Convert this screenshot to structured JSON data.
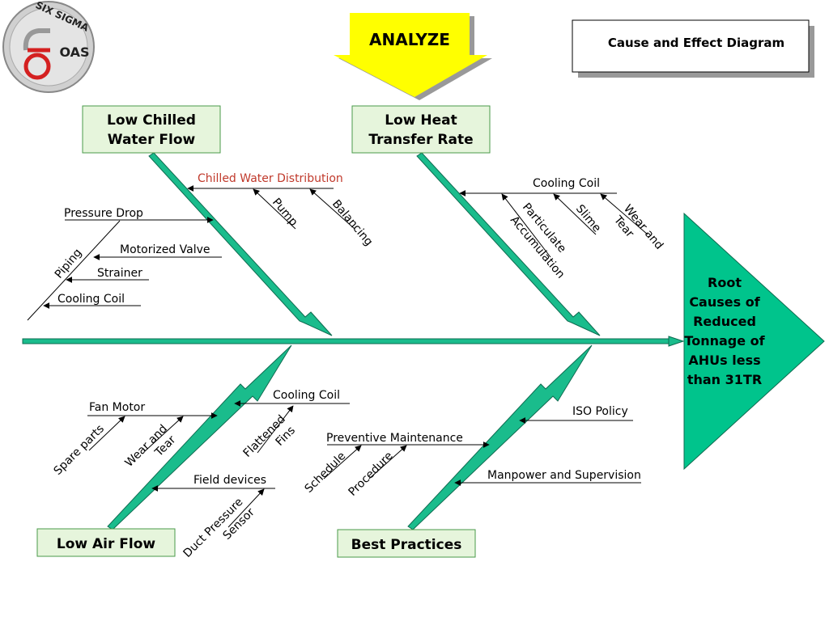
{
  "logo": {
    "top_text": "SIX SIGMA",
    "brand": "OAS"
  },
  "stage_banner": "ANALYZE",
  "diagram_title": "Cause and Effect Diagram",
  "effect": {
    "lines": [
      "Root",
      "Causes of",
      "Reduced",
      "Tonnage of",
      "AHUs less",
      "than 31TR"
    ]
  },
  "categories": {
    "chilled_water": "Low Chilled Water Flow",
    "heat_transfer": "Low Heat Transfer Rate",
    "air_flow": "Low Air Flow",
    "best_practices": "Best Practices"
  },
  "causes": {
    "chilled_water_distribution": "Chilled Water Distribution",
    "pump": "Pump",
    "balancing": "Balancing",
    "pressure_drop": "Pressure Drop",
    "motorized_valve": "Motorized Valve",
    "strainer": "Strainer",
    "cooling_coil_chw": "Cooling Coil",
    "piping": "Piping",
    "cooling_coil_ht": "Cooling Coil",
    "particulate_1": "Particulate",
    "particulate_2": "Accumulation",
    "slime": "Slime",
    "wear_tear_ht_1": "Wear and",
    "wear_tear_ht_2": "Tear",
    "fan_motor": "Fan Motor",
    "spare_parts": "Spare parts",
    "wear_tear_af_1": "Wear and",
    "wear_tear_af_2": "Tear",
    "cooling_coil_af": "Cooling Coil",
    "flattened_1": "Flattened",
    "flattened_2": "Fins",
    "field_devices": "Field devices",
    "duct_1": "Duct Pressure",
    "duct_2": "Sensor",
    "iso_policy": "ISO Policy",
    "preventive_maintenance": "Preventive Maintenance",
    "schedule": "Schedule",
    "procedure": "Procedure",
    "manpower": "Manpower and Supervision"
  },
  "colors": {
    "bone": "#1abc8c",
    "bone_stroke": "#0e6b50",
    "box_fill": "#e6f5dc",
    "box_border": "#4a9a4a",
    "banner": "#ffff00",
    "effect": "#00c48c",
    "red_text": "#c0392b"
  }
}
